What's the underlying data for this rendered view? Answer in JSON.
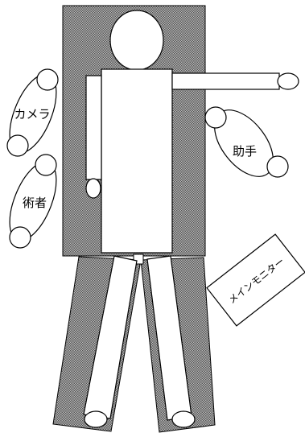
{
  "labels": {
    "camera": "カメラ",
    "operator": "術者",
    "assistant": "助手",
    "main_monitor": "メインモニター"
  },
  "colors": {
    "table_fill": "#9a9a9a",
    "outline": "#000000",
    "body_fill": "#ffffff"
  }
}
